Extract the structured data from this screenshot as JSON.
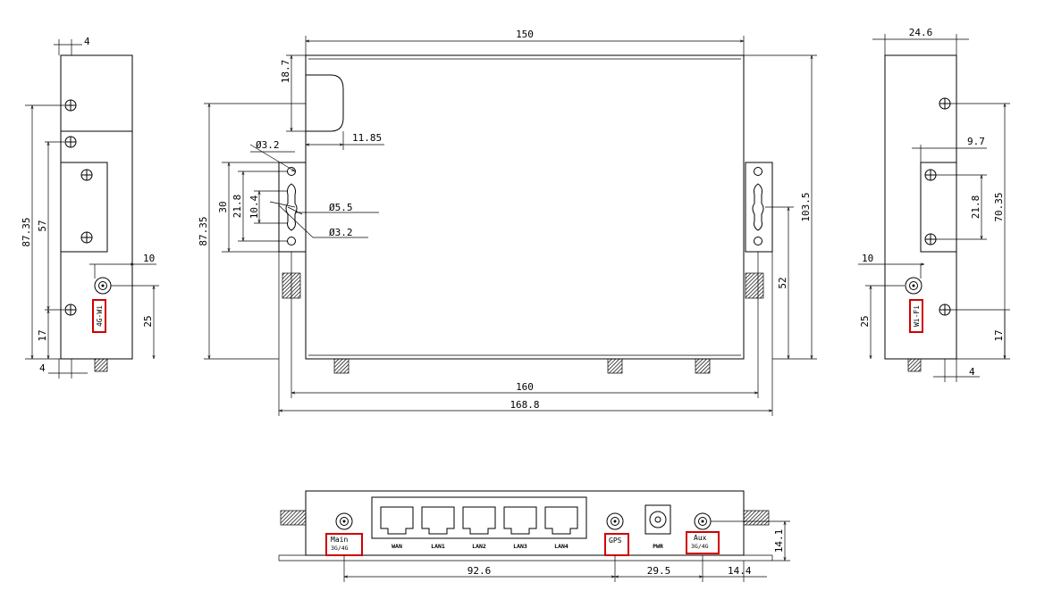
{
  "dimensions": {
    "left_view": {
      "top_offset": "4",
      "height_total": "87.35",
      "hole_spacing": "57",
      "bottom_hole": "17",
      "connector_offset": "10",
      "connector_height": "25",
      "bottom_offset": "4"
    },
    "front_view": {
      "width_body": "150",
      "top_notch": "18.7",
      "notch_depth": "11.85",
      "hole_small_top": "Ø3.2",
      "slot_large": "Ø5.5",
      "hole_small_bottom": "Ø3.2",
      "flange_height": "30",
      "slot_span": "21.8",
      "slot_inner": "10.4",
      "height_left": "87.35",
      "height_right": "103.5",
      "mount_height": "52",
      "mount_spacing": "160",
      "overall_width": "168.8"
    },
    "right_view": {
      "width": "24.6",
      "flange_offset": "9.7",
      "hole_spacing": "21.8",
      "height": "70.35",
      "connector_offset": "10",
      "connector_height": "25",
      "bottom_hole": "17",
      "bottom_offset": "4"
    },
    "bottom_view": {
      "main_to_gps": "92.6",
      "gps_to_aux": "29.5",
      "aux_to_edge": "14.4",
      "height": "14.1"
    }
  },
  "labels": {
    "left_antenna": "4G-Wi",
    "right_antenna": "Wi-Fi",
    "main": "Main",
    "main_sub": "3G/4G",
    "gps": "GPS",
    "aux": "Aux",
    "aux_sub": "3G/4G",
    "pwr": "PWR",
    "ports": [
      "WAN",
      "LAN1",
      "LAN2",
      "LAN3",
      "LAN4"
    ]
  },
  "colors": {
    "line": "#000000",
    "highlight": "#d00000",
    "background": "#ffffff"
  }
}
